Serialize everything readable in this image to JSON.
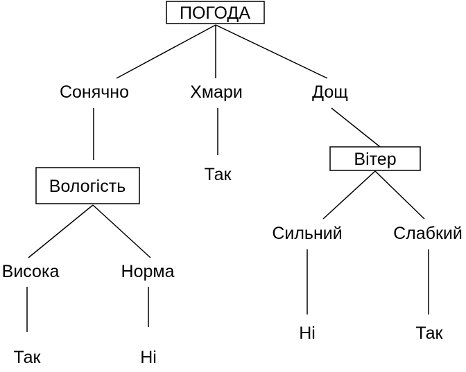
{
  "nodes": {
    "root": "ПОГОДА",
    "sunny": "Сонячно",
    "clouds": "Хмари",
    "rain": "Дощ",
    "humidity": "Вологість",
    "wind": "Вітер",
    "clouds_leaf": "Так",
    "high": "Висока",
    "normal": "Норма",
    "strong": "Сильний",
    "weak": "Слабкий",
    "high_leaf": "Так",
    "normal_leaf": "Ні",
    "strong_leaf": "Ні",
    "weak_leaf": "Так"
  },
  "colors": {
    "line": "#000000",
    "text": "#000000",
    "background": "#ffffff"
  }
}
